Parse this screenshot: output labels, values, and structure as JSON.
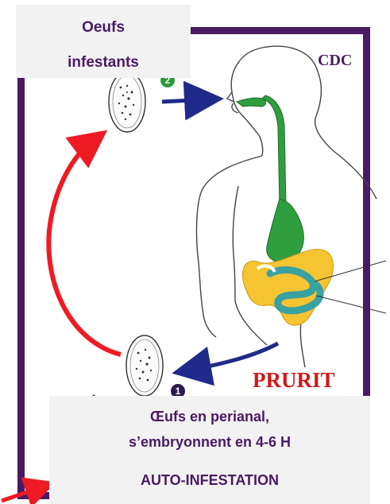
{
  "labels": {
    "eggs_top_line1": "Oeufs",
    "eggs_top_line2": "infestants",
    "source": "CDC",
    "prurit": "PRURIT",
    "bottom_line1": "Œufs en  perianal,",
    "bottom_line2": "s’embryonnent en  4-6 H",
    "bottom_line3": "AUTO-INFESTATION",
    "badge_top": "2",
    "badge_bottom": "1"
  },
  "colors": {
    "frame": "#4a1a63",
    "label_text": "#4a1a63",
    "label_bg": "#f2f2f2",
    "red_arrow": "#ee1b24",
    "blue_arrow": "#1f2a8a",
    "digestive_green": "#2f9e3f",
    "colon_yellow": "#f6c431",
    "small_intestine_teal": "#3aa1a1",
    "prurit_red": "#d01a1a"
  }
}
